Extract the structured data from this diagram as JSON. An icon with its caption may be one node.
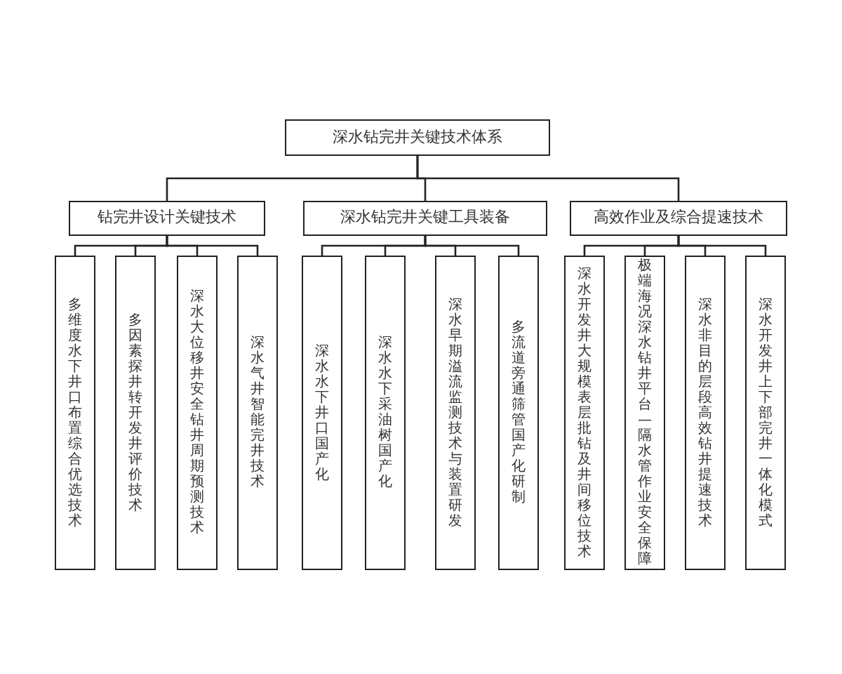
{
  "diagram": {
    "nodes": [
      {
        "text": [
          "深水钻完井关键技术体系"
        ]
      },
      {
        "text": [
          "钻完井设计关键技术"
        ]
      },
      {
        "text": [
          "深水钻完井关键工具装备"
        ]
      },
      {
        "text": [
          "高效作业及综合提速技术"
        ]
      },
      {
        "text": [
          "多维度水下井口布置综合优选技术"
        ]
      },
      {
        "text": [
          "多因素探井转开发井评价技术"
        ]
      },
      {
        "text": [
          "深水大位移井安全钻井周期预测技术"
        ]
      },
      {
        "text": [
          "深水气井智能完井技术"
        ]
      },
      {
        "text": [
          "深水水下井口国产化"
        ]
      },
      {
        "text": [
          "深水水下采油树国产化"
        ]
      },
      {
        "text": [
          "深水早期溢流监测技术与装置研发"
        ]
      },
      {
        "text": [
          "多流道旁通筛管国产化研制"
        ]
      },
      {
        "text": [
          "深水开发井大规模表层批钻及井间移位技术"
        ]
      },
      {
        "text": [
          "极端海况深水钻井平台—隔水管作业安全保障"
        ]
      },
      {
        "text": [
          "深水非目的层段高效钻井提速技术"
        ]
      },
      {
        "text": [
          "深水开发井上下部完井一体化模式"
        ]
      }
    ],
    "edges": [
      {
        "from": 0,
        "to": 1,
        "arrow": "none"
      },
      {
        "from": 0,
        "to": 2,
        "arrow": "none"
      },
      {
        "from": 0,
        "to": 3,
        "arrow": "none"
      },
      {
        "from": 1,
        "to": 4,
        "arrow": "none"
      },
      {
        "from": 1,
        "to": 5,
        "arrow": "none"
      },
      {
        "from": 1,
        "to": 6,
        "arrow": "none"
      },
      {
        "from": 1,
        "to": 7,
        "arrow": "none"
      },
      {
        "from": 2,
        "to": 8,
        "arrow": "none"
      },
      {
        "from": 2,
        "to": 9,
        "arrow": "none"
      },
      {
        "from": 2,
        "to": 10,
        "arrow": "none"
      },
      {
        "from": 2,
        "to": 11,
        "arrow": "none"
      },
      {
        "from": 3,
        "to": 12,
        "arrow": "none"
      },
      {
        "from": 3,
        "to": 13,
        "arrow": "none"
      },
      {
        "from": 3,
        "to": 14,
        "arrow": "none"
      },
      {
        "from": 3,
        "to": 15,
        "arrow": "none"
      }
    ]
  }
}
